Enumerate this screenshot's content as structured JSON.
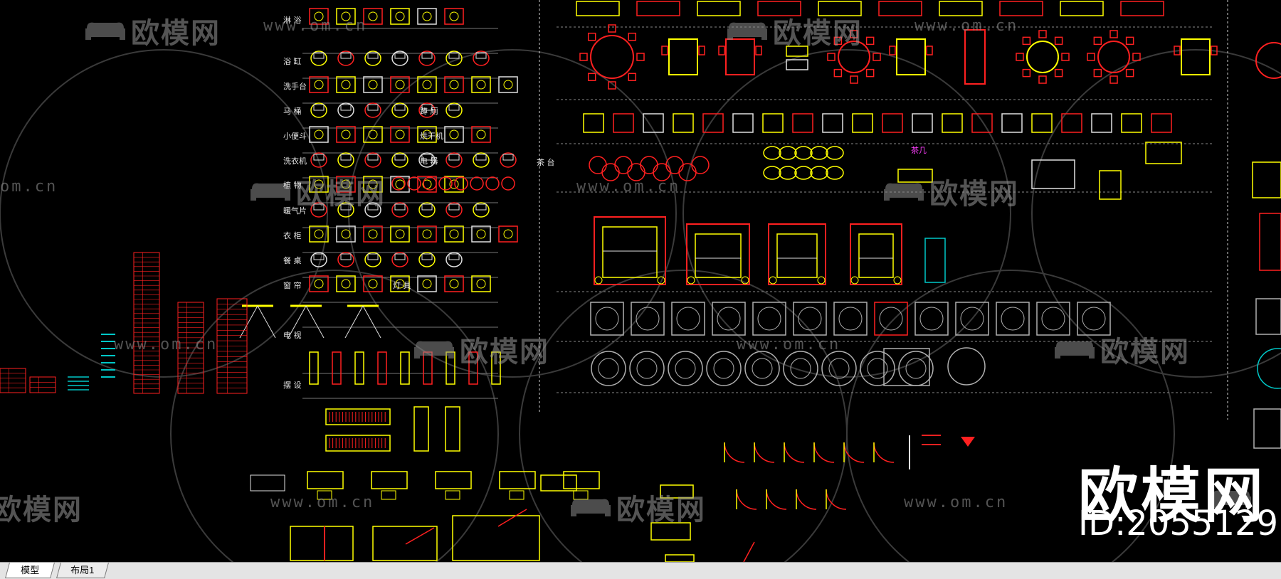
{
  "watermark": {
    "brand": "欧模网",
    "url": "www.om.cn",
    "url_fragment": "om.cn"
  },
  "overlay": {
    "brand": "欧模网",
    "id_text": "ID:2055129"
  },
  "labels": {
    "shower": "淋 浴",
    "bathtub": "浴 缸",
    "washbasin": "洗手台",
    "toilet": "马 桶",
    "urinal": "小便斗",
    "squat": "蹲 厕",
    "sink": "洗衣机",
    "plant": "植 物",
    "lamp": "餐 桌",
    "radiator": "暖气片",
    "cabinet": "衣 柜",
    "curtain": "窗 帘",
    "tv": "电 视",
    "decor": "摆 设",
    "light": "灯 具",
    "appliance": "电 器",
    "dryer": "烘干机",
    "tea": "茶 台",
    "coffee": "茶几"
  },
  "colors": {
    "red": "#ff2020",
    "yellow": "#ffff00",
    "white": "#e0e0e0",
    "cyan": "#00c8c8",
    "magenta": "#ff40ff",
    "green": "#20ff20",
    "gray": "#b0b0b0"
  },
  "tabs": {
    "model": "模型",
    "layout1": "布局1"
  }
}
